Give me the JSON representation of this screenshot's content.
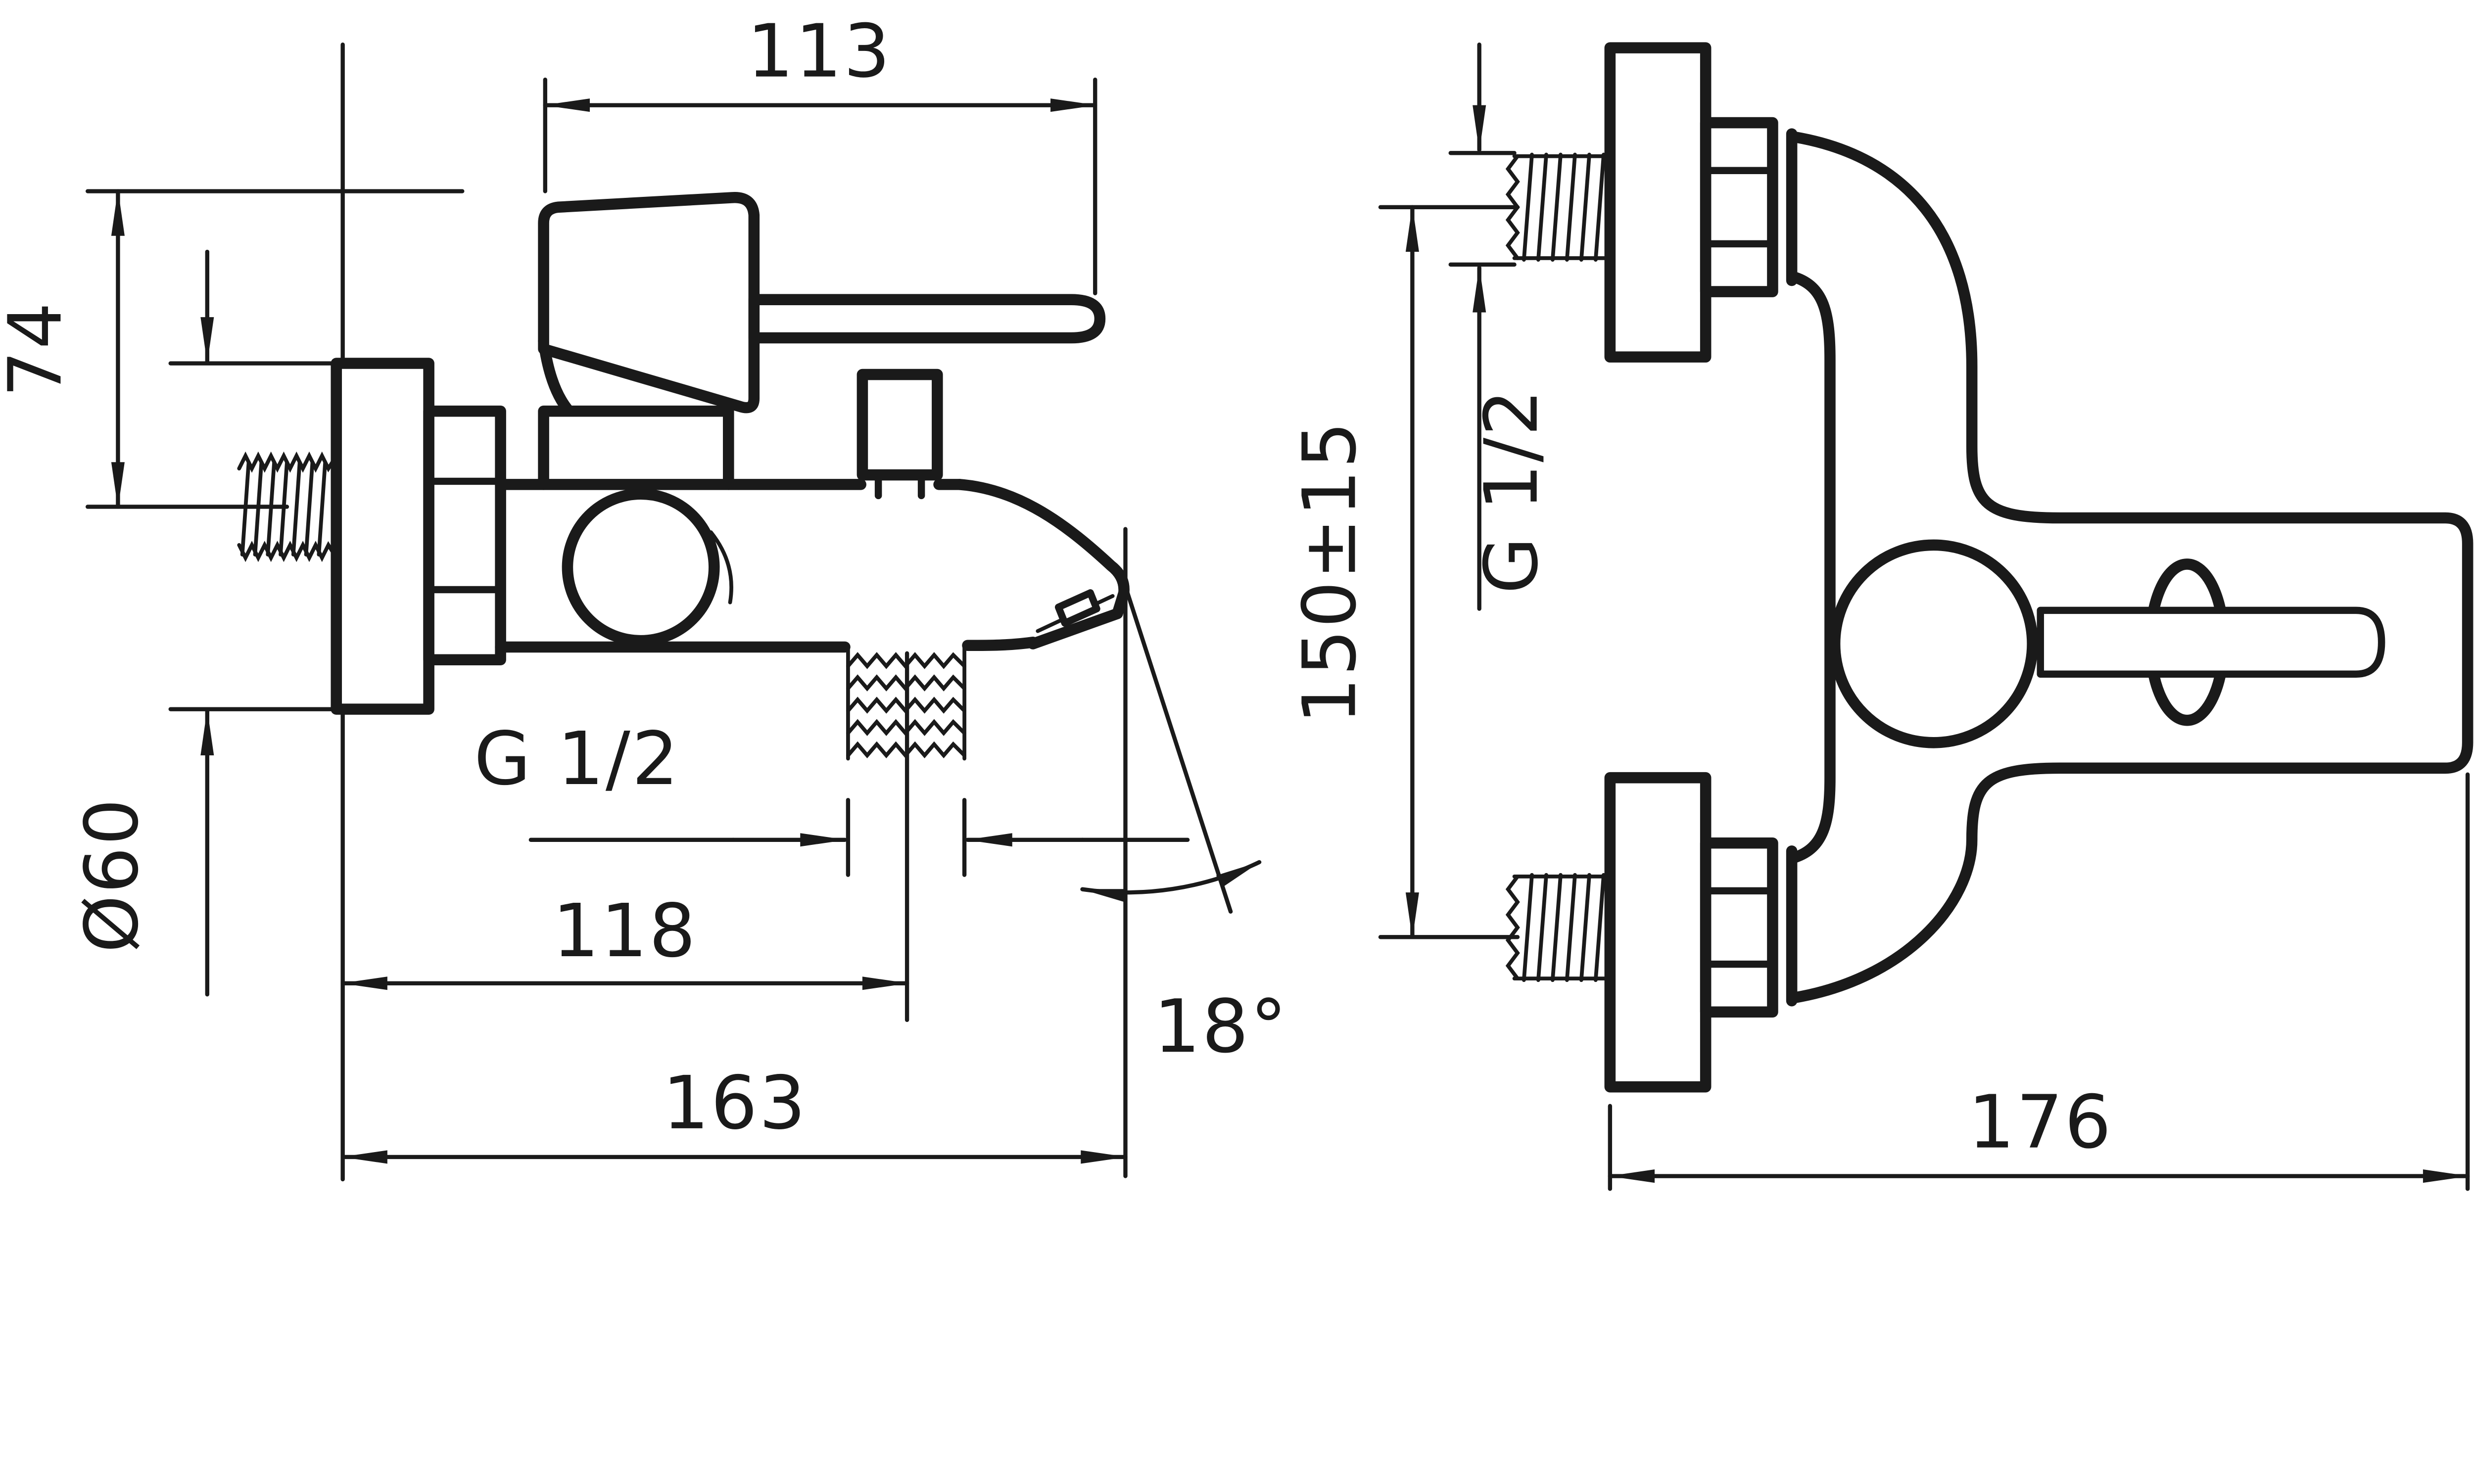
{
  "drawing": {
    "background": "#ffffff",
    "line_color": "#1a1a1a",
    "type": "technical-dimension-drawing",
    "subject": "wall-mounted bath mixer tap, two orthographic views"
  },
  "labels": {
    "side": {
      "handle_length": "113",
      "handle_height": "74",
      "flange_diameter": "Ø60",
      "outlet_thread": "G 1/2",
      "outlet_offset": "118",
      "total_depth": "163",
      "spout_angle": "18°"
    },
    "front": {
      "connection_spacing": "150±15",
      "inlet_thread": "G 1/2",
      "total_width": "176"
    }
  }
}
